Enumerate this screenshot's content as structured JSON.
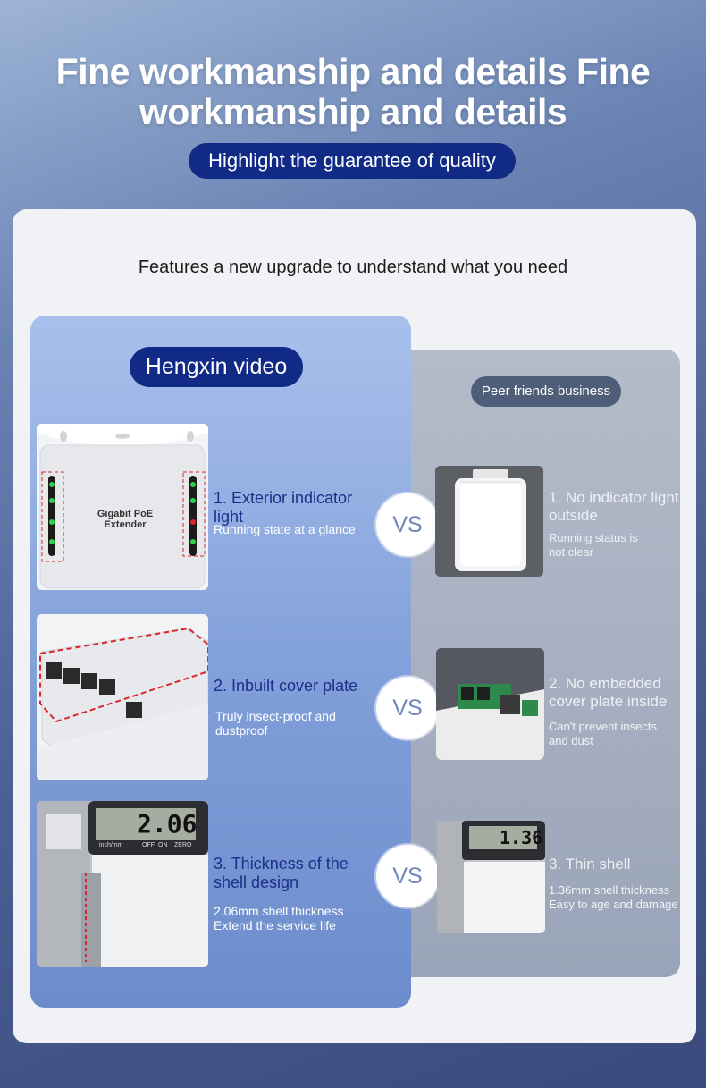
{
  "header": {
    "headline": "Fine workmanship and details Fine workmanship and details",
    "tagline": "Highlight the guarantee of quality"
  },
  "card": {
    "subtitle": "Features a new upgrade to understand what you need"
  },
  "left": {
    "brand": "Hengxin video",
    "features": [
      {
        "title": "1. Exterior indicator light",
        "desc": "Running state at a glance",
        "product_label": "Gigabit PoE Extender"
      },
      {
        "title": "2. Inbuilt cover plate",
        "desc": "Truly insect-proof and dustproof"
      },
      {
        "title": "3. Thickness of the shell design",
        "desc_line1": "2.06mm shell thickness",
        "desc_line2": "Extend the service life",
        "reading": "2.06",
        "unit_label": "inch/mm",
        "btn_off": "OFF",
        "btn_on": "ON",
        "btn_zero": "ZERO"
      }
    ]
  },
  "right": {
    "brand": "Peer friends business",
    "features": [
      {
        "title": "1. No indicator light outside",
        "desc": "Running status is not clear"
      },
      {
        "title": "2. No embedded cover plate inside",
        "desc": "Can't prevent insects and dust"
      },
      {
        "title": "3. Thin shell",
        "desc_line1": "1.36mm shell thickness",
        "desc_line2": "Easy to age and damage",
        "reading": "1.36"
      }
    ]
  },
  "vs_label": "VS",
  "colors": {
    "brand_blue": "#102a86",
    "title_blue": "#1a2f8a",
    "peer_gray": "#4f5e78",
    "highlight_red": "#d9262b",
    "led_green": "#2fd14a"
  }
}
